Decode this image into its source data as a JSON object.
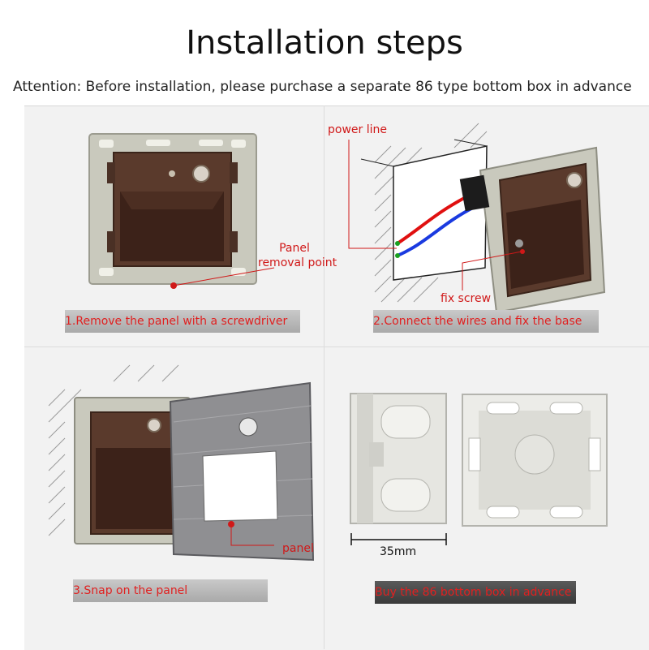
{
  "title": "Installation steps",
  "attention": "Attention: Before installation, please purchase a separate 86 type bottom box in advance",
  "steps": [
    {
      "caption": "1.Remove the panel with a screwdriver",
      "labels": {
        "panel_line1": "Panel",
        "panel_line2": "removal point"
      }
    },
    {
      "caption": "2.Connect the wires and fix the base",
      "labels": {
        "power_line": "power line",
        "fix_screw": "fix screw"
      }
    },
    {
      "caption": "3.Snap on the panel",
      "labels": {
        "panel": "panel"
      }
    },
    {
      "caption": "Buy the 86 bottom box in advance",
      "labels": {
        "dimension": "35mm"
      }
    }
  ],
  "colors": {
    "caption_text": "#e02020",
    "label_red": "#d01818",
    "device_brown": "#5a3a2c",
    "frame_grey": "#c8c8bc"
  }
}
